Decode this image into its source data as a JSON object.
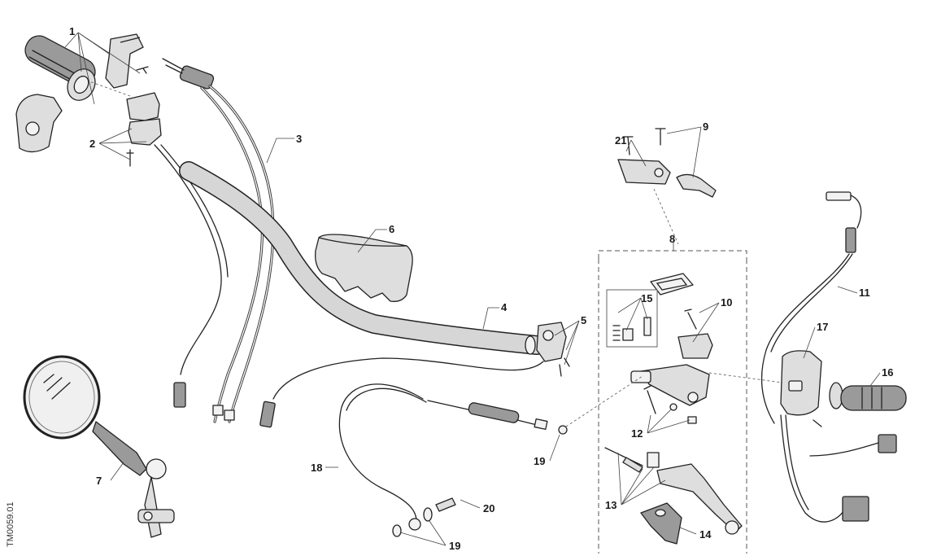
{
  "drawing_code": "TM0059.01",
  "callouts": [
    {
      "id": "c1",
      "label": "1"
    },
    {
      "id": "c2",
      "label": "2"
    },
    {
      "id": "c3",
      "label": "3"
    },
    {
      "id": "c4",
      "label": "4"
    },
    {
      "id": "c5",
      "label": "5"
    },
    {
      "id": "c6",
      "label": "6"
    },
    {
      "id": "c7",
      "label": "7"
    },
    {
      "id": "c8",
      "label": "8"
    },
    {
      "id": "c9",
      "label": "9"
    },
    {
      "id": "c10",
      "label": "10"
    },
    {
      "id": "c11",
      "label": "11"
    },
    {
      "id": "c12",
      "label": "12"
    },
    {
      "id": "c13",
      "label": "13"
    },
    {
      "id": "c14",
      "label": "14"
    },
    {
      "id": "c15",
      "label": "15"
    },
    {
      "id": "c16",
      "label": "16"
    },
    {
      "id": "c17",
      "label": "17"
    },
    {
      "id": "c18",
      "label": "18"
    },
    {
      "id": "c19a",
      "label": "19"
    },
    {
      "id": "c19b",
      "label": "19"
    },
    {
      "id": "c20",
      "label": "20"
    },
    {
      "id": "c21",
      "label": "21"
    }
  ]
}
